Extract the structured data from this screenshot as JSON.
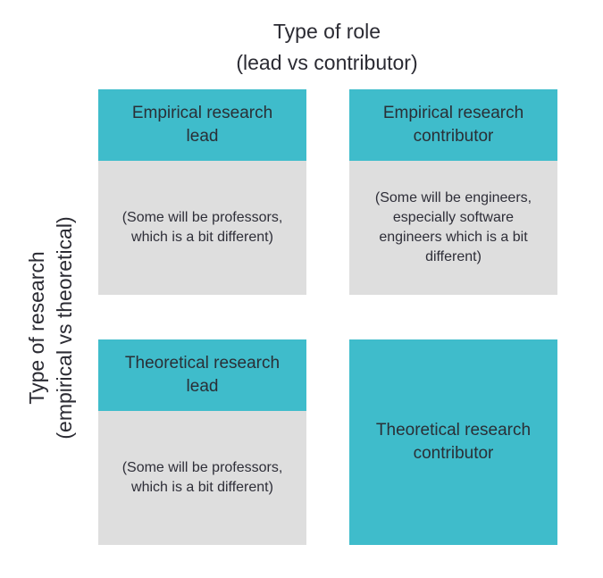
{
  "colors": {
    "header_teal": "#3fbccb",
    "body_gray": "#dedede",
    "text": "#2e2e38"
  },
  "top_axis": {
    "line1": "Type of role",
    "line2": "(lead vs contributor)"
  },
  "side_axis": {
    "line1": "Type of research",
    "line2": "(empirical vs theoretical)"
  },
  "quadrants": {
    "empirical_lead": {
      "title_line1": "Empirical research",
      "title_line2": "lead",
      "note_line1": "(Some will be professors,",
      "note_line2": "which is a bit different)"
    },
    "empirical_contributor": {
      "title_line1": "Empirical research",
      "title_line2": "contributor",
      "note_line1": "(Some will be engineers,",
      "note_line2": "especially software",
      "note_line3": "engineers which is a bit",
      "note_line4": "different)"
    },
    "theoretical_lead": {
      "title_line1": "Theoretical research",
      "title_line2": "lead",
      "note_line1": "(Some will be professors,",
      "note_line2": "which is a bit different)"
    },
    "theoretical_contributor": {
      "title_line1": "Theoretical research",
      "title_line2": "contributor"
    }
  }
}
